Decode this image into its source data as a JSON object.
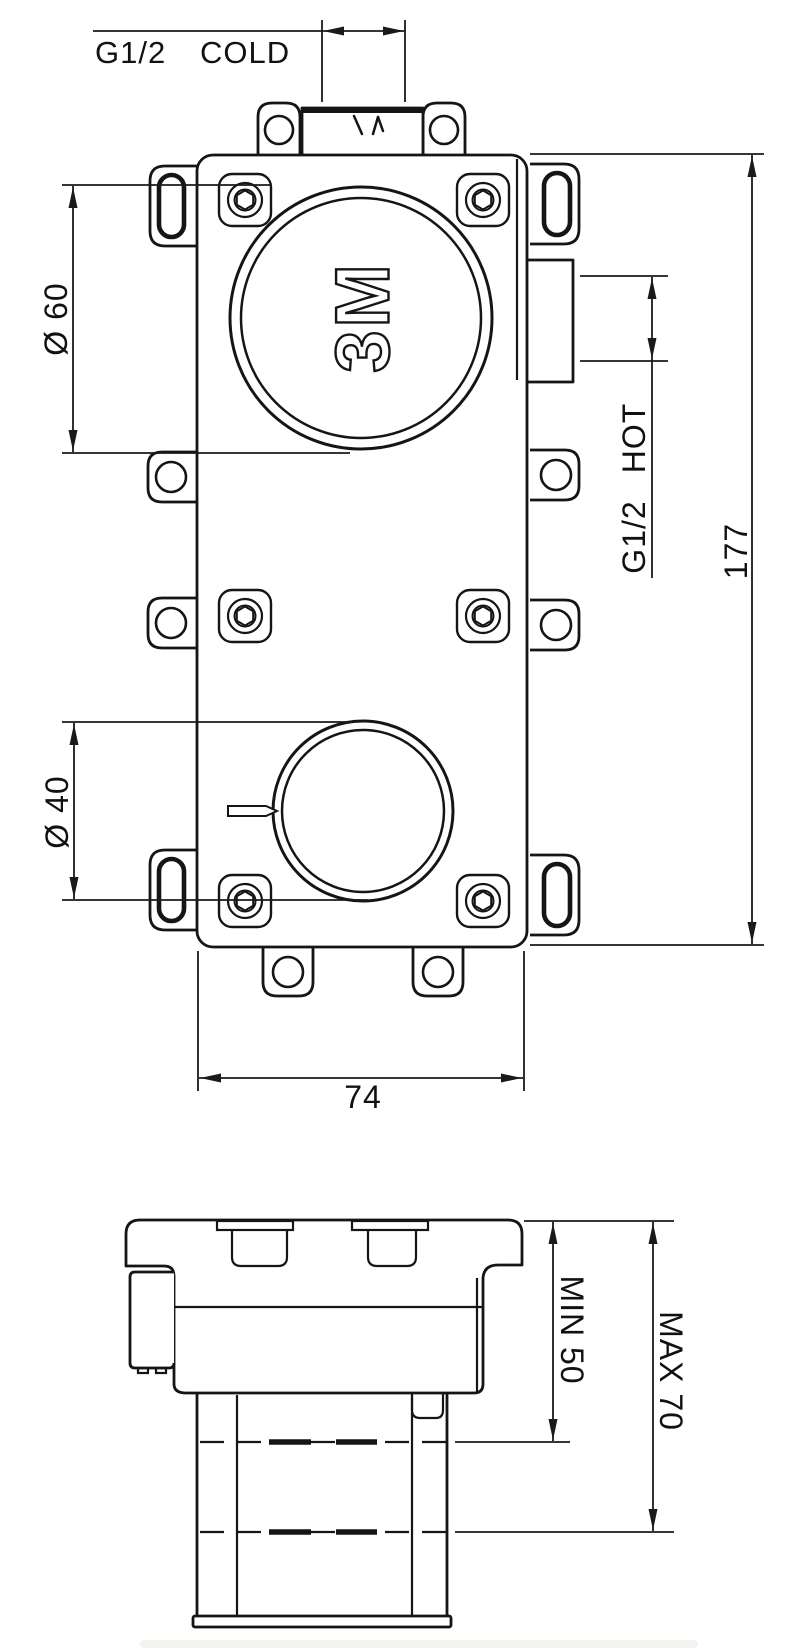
{
  "drawing": {
    "kind": "technical dimensional drawing",
    "subject": "concealed thermostatic valve rough-in body",
    "views": [
      "front view",
      "side installation view"
    ]
  },
  "labels": {
    "cold_thread": "G1/2",
    "cold_name": "COLD",
    "hot_thread": "G1/2",
    "hot_name": "HOT",
    "dia_top": "Ø 60",
    "dia_bottom": "Ø 40",
    "overall_height": "177",
    "overall_width": "74",
    "min_depth": "MIN 50",
    "max_depth": "MAX 70",
    "logo": "3M"
  },
  "dimensions_mm": {
    "body_height": 177,
    "body_width": 74,
    "top_circle_diameter": 60,
    "bottom_circle_diameter": 40,
    "installation_depth_min": 50,
    "installation_depth_max": 70,
    "cold_inlet_thread": "G1/2",
    "hot_inlet_thread": "G1/2"
  },
  "colors": {
    "background": "#ffffff",
    "line": "#151515"
  }
}
